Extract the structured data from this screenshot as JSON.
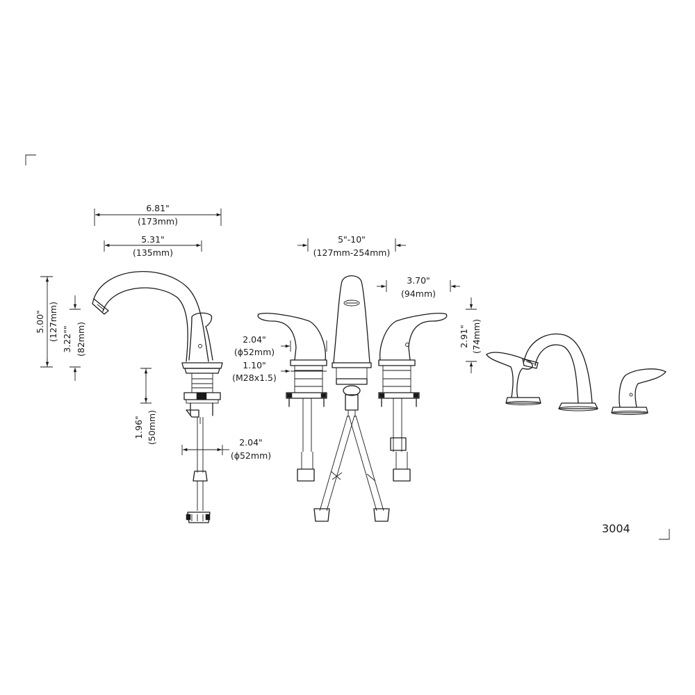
{
  "model_number": "3004",
  "dimensions": {
    "overall_length": {
      "in": "6.81\"",
      "mm": "(173mm)"
    },
    "spout_reach": {
      "in": "5.31\"",
      "mm": "(135mm)"
    },
    "total_height": {
      "in": "5.00\"",
      "mm": "(127mm)"
    },
    "spout_height": {
      "in": "3.22\"\"",
      "mm": "(82mm)"
    },
    "shank_length": {
      "in": "1.96\"",
      "mm": "(50mm)"
    },
    "base_diameter_side": {
      "in": "2.04\"",
      "mm": "(ϕ52mm)"
    },
    "center_spread": {
      "in": "5\"-10\"",
      "mm": "(127mm-254mm)"
    },
    "handle_spacing": {
      "in": "3.70\"",
      "mm": "(94mm)"
    },
    "base_diameter_front": {
      "in": "2.04\"",
      "mm": "(ϕ52mm)"
    },
    "thread_length": {
      "in": "1.10\"",
      "mm": "(M28x1.5)"
    },
    "handle_height": {
      "in": "2.91\"",
      "mm": "(74mm)"
    }
  },
  "views": [
    "side-view",
    "front-view",
    "perspective-view"
  ]
}
